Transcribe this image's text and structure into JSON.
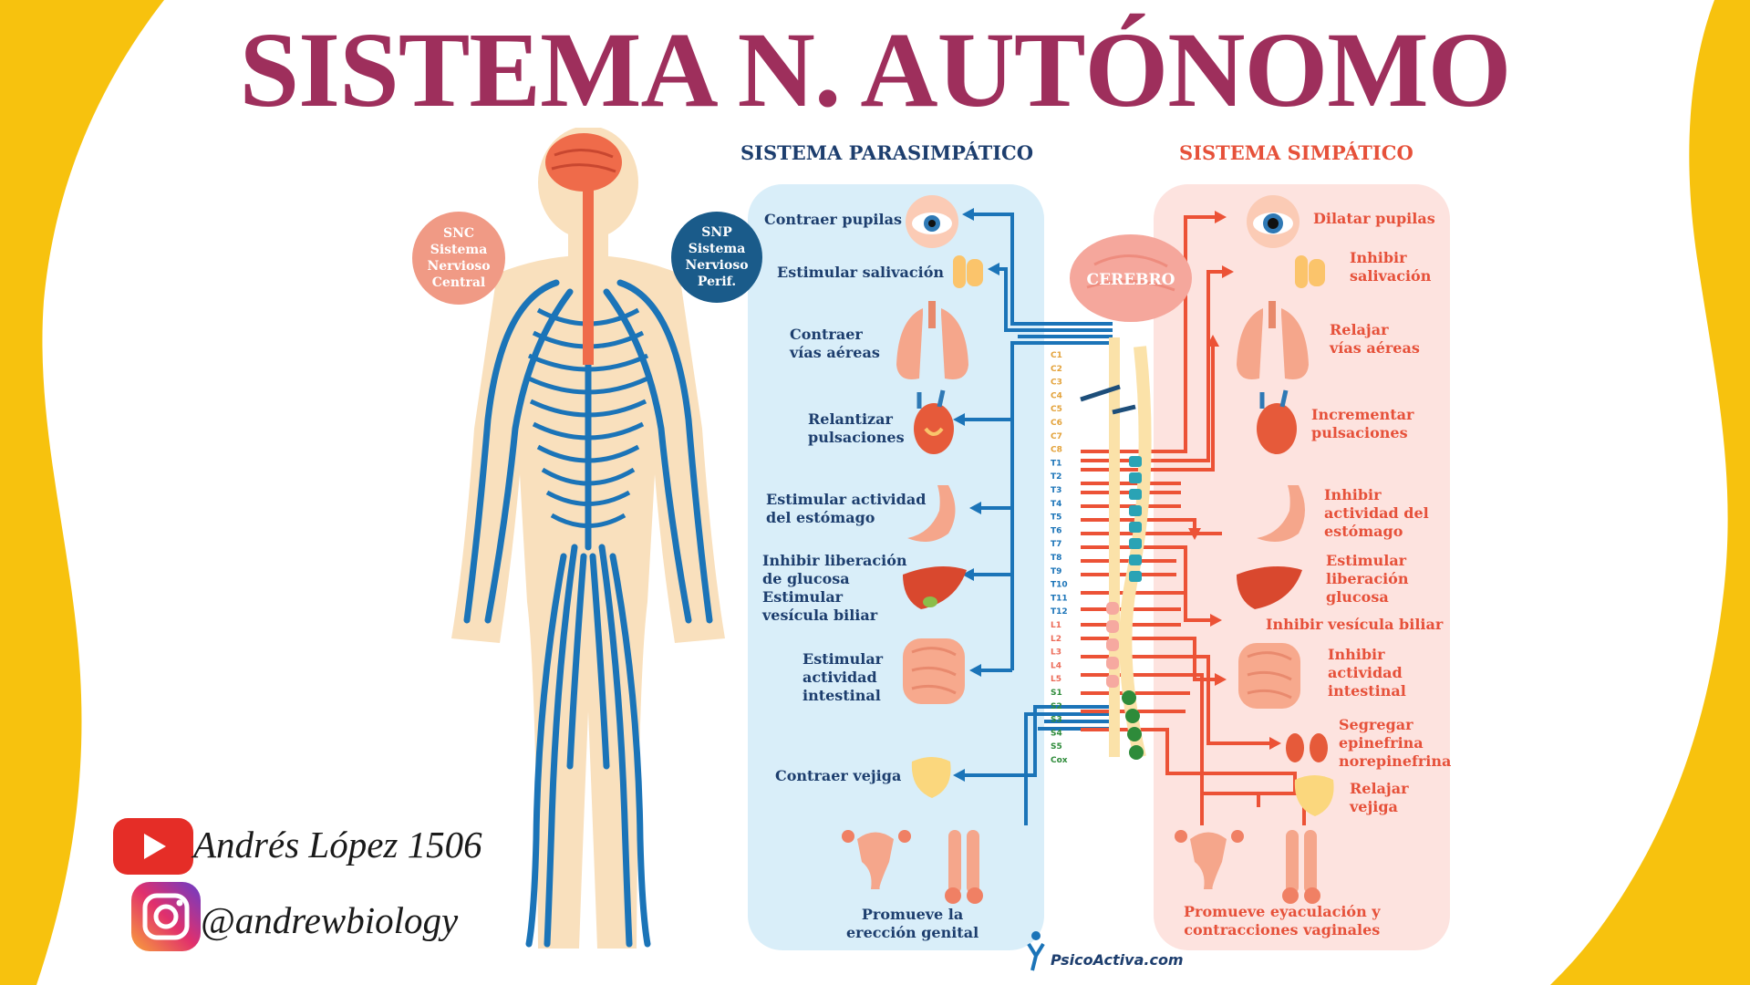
{
  "title": "SISTEMA N. AUTÓNOMO",
  "parasympathetic": {
    "heading": "SISTEMA PARASIMPÁTICO",
    "labels": [
      "Contraer pupilas",
      "Estimular salivación",
      "Contraer\nvías aéreas",
      "Relantizar\npulsaciones",
      "Estimular actividad\ndel estómago",
      "Inhibir liberación\nde glucosa\nEstimular\nvesícula biliar",
      "Estimular\nactividad\nintestinal",
      "Contraer vejiga",
      "Promueve la\nerección genital"
    ]
  },
  "sympathetic": {
    "heading": "SISTEMA SIMPÁTICO",
    "labels": [
      "Dilatar pupilas",
      "Inhibir\nsalivación",
      "Relajar\nvías aéreas",
      "Incrementar\npulsaciones",
      "Inhibir\nactividad del\nestómago",
      "Estimular\nliberación\nglucosa",
      "Inhibir vesícula biliar",
      "Inhibir\nactividad\nintestinal",
      "Segregar\nepinefrina\nnorepinefrina",
      "Relajar\nvejiga",
      "Promueve eyaculación y\ncontracciones vaginales"
    ]
  },
  "center": {
    "brain_label": "CEREBRO",
    "vertebrae": [
      "C1",
      "C2",
      "C3",
      "C4",
      "C5",
      "C6",
      "C7",
      "C8",
      "T1",
      "T2",
      "T3",
      "T4",
      "T5",
      "T6",
      "T7",
      "T8",
      "T9",
      "T10",
      "T11",
      "T12",
      "L1",
      "L2",
      "L3",
      "L4",
      "L5",
      "S1",
      "S2",
      "S3",
      "S4",
      "S5",
      "Cox"
    ]
  },
  "badges": {
    "snc": [
      "SNC",
      "Sistema",
      "Nervioso",
      "Central"
    ],
    "snp": [
      "SNP",
      "Sistema",
      "Nervioso",
      "Perif."
    ]
  },
  "social": {
    "youtube": "Andrés López 1506",
    "instagram": "@andrewbiology"
  },
  "credit": "PsicoActiva.com",
  "colors": {
    "title": "#9e2f5c",
    "parasympathetic": "#1d3e6e",
    "parasympathetic_line": "#1b74b8",
    "parasympathetic_panel": "#d9eef9",
    "sympathetic": "#e6513a",
    "sympathetic_panel": "#fde3df",
    "yellow_band": "#f7c20e"
  }
}
